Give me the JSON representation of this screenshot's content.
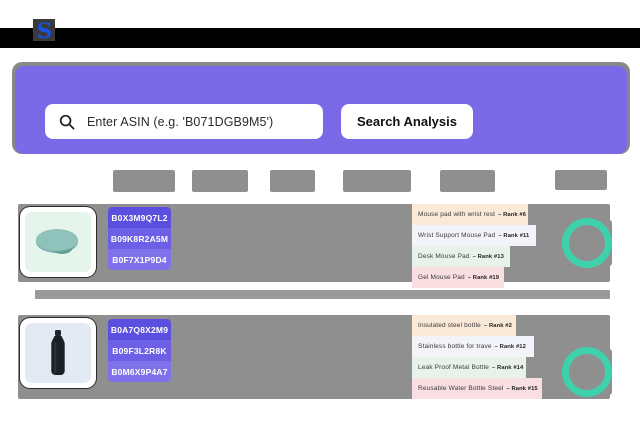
{
  "app": {
    "logo_glyph": "S",
    "logo_name": "brand-logo"
  },
  "search": {
    "placeholder": "Enter ASIN (e.g. 'B071DGB9M5')",
    "value": "",
    "button_label": "Search Analysis",
    "search_icon": "search-icon"
  },
  "table": {
    "header_redacted": true,
    "columns_redacted_count": 6
  },
  "rows": [
    {
      "product_name": "mouse-pad-with-wrist-rest",
      "thumb_bg": "#e6f5ec",
      "asins": [
        "B0X3M9Q7L2",
        "B09K8R2A5M",
        "B0F7X1P9D4"
      ],
      "keywords": [
        {
          "text": "Mouse pad with wrist rest",
          "rank": "– Rank #6"
        },
        {
          "text": "Wrist Support Mouse Pad",
          "rank": "– Rank #11"
        },
        {
          "text": "Desk Mouse Pad",
          "rank": "– Rank #13"
        },
        {
          "text": "Gel Mouse Pad",
          "rank": "– Rank #19"
        }
      ],
      "gauge_color": "#3fd0ac"
    },
    {
      "product_name": "insulated-steel-water-bottle",
      "thumb_bg": "#e3eaf3",
      "asins": [
        "B0A7Q8X2M9",
        "B09F3L2R8K",
        "B0M6X9P4A7"
      ],
      "keywords": [
        {
          "text": "Insulated steel bottle",
          "rank": "– Rank #2"
        },
        {
          "text": "Stainless bottle for trave",
          "rank": "– Rank #12"
        },
        {
          "text": "Leak Proof Metal Bottle",
          "rank": "– Rank #14"
        },
        {
          "text": "Reusable Water Bottle Steel",
          "rank": "– Rank #15"
        }
      ],
      "gauge_color": "#3fd0ac"
    }
  ],
  "colors": {
    "panel": "#7a6ae8",
    "accent_teal": "#3fd0ac",
    "badge_primary": "#5b4fe0",
    "redact_gray": "#8f8f8f",
    "logo_blue": "#1653e8"
  }
}
